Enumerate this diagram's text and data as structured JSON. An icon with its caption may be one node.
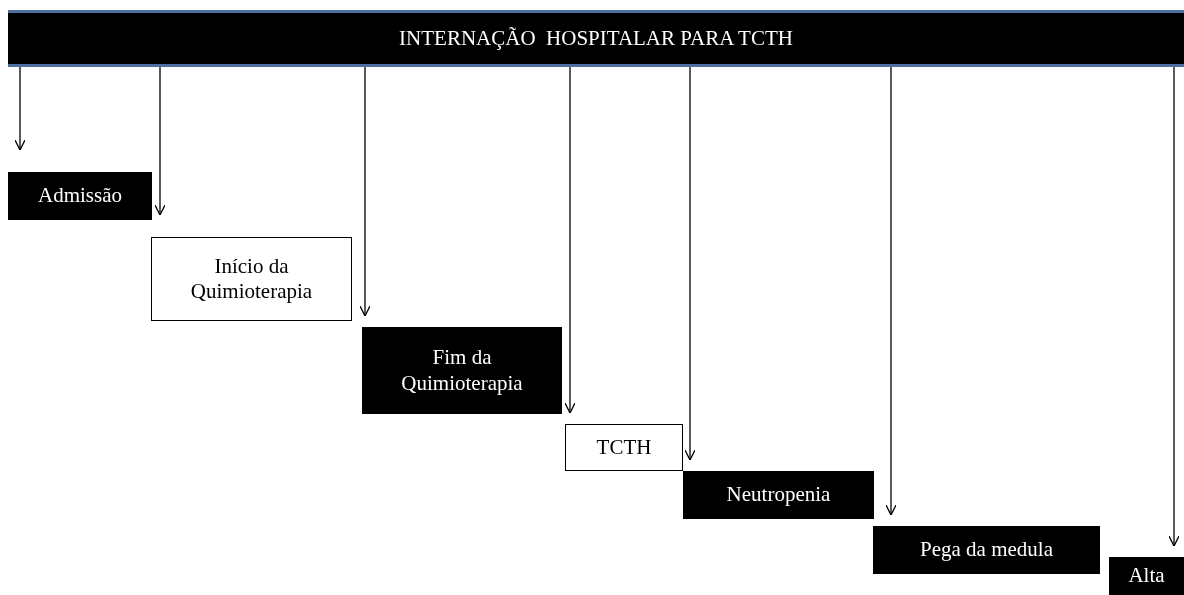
{
  "diagram": {
    "nodes": [
      {
        "text": [
          "INTERNAÇÃO  HOSPITALAR PARA TCTH"
        ]
      },
      {
        "text": [
          "Admissão"
        ]
      },
      {
        "text": [
          "Início da Quimioterapia"
        ]
      },
      {
        "text": [
          "Fim da Quimioterapia"
        ]
      },
      {
        "text": [
          "TCTH"
        ]
      },
      {
        "text": [
          "Neutropenia"
        ]
      },
      {
        "text": [
          "Pega da medula"
        ]
      },
      {
        "text": [
          "Alta"
        ]
      }
    ],
    "edges": [
      {
        "from": 0,
        "to": 1,
        "arrow": "to"
      },
      {
        "from": 0,
        "to": 2,
        "arrow": "to"
      },
      {
        "from": 0,
        "to": 3,
        "arrow": "to"
      },
      {
        "from": 0,
        "to": 4,
        "arrow": "to"
      },
      {
        "from": 0,
        "to": 5,
        "arrow": "to"
      },
      {
        "from": 0,
        "to": 6,
        "arrow": "to"
      },
      {
        "from": 0,
        "to": 7,
        "arrow": "to"
      }
    ]
  }
}
